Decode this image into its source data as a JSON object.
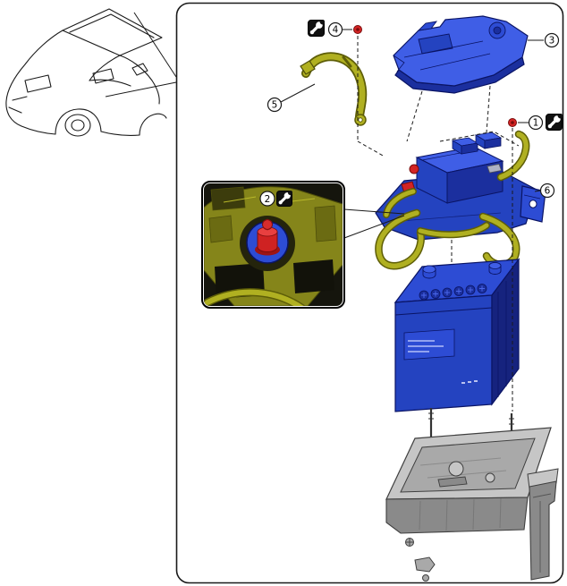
{
  "figure": {
    "kind": "exploded parts diagram",
    "subject": "vehicle battery, battery cover, cable harness and battery tray"
  },
  "callouts": [
    {
      "label": "1",
      "wrench_icon": true
    },
    {
      "label": "2",
      "wrench_icon": true
    },
    {
      "label": "3",
      "wrench_icon": false
    },
    {
      "label": "4",
      "wrench_icon": true
    },
    {
      "label": "5",
      "wrench_icon": false
    },
    {
      "label": "6",
      "wrench_icon": false
    }
  ],
  "icons": [
    "wrench-icon"
  ],
  "colors": {
    "line": "#1a1a1a",
    "part_blue": "#2d4cd4",
    "part_blue_light": "#3f5ee6",
    "part_blue_mid": "#2443c0",
    "part_blue_dark": "#1b2f9e",
    "part_blue_deep": "#16237e",
    "part_blue_stroke": "#0a1464",
    "harness_yellow": "#b0b021",
    "harness_yellow_dark": "#5e5e08",
    "fastener_red": "#d32424",
    "fastener_red_dark": "#7a0d0d",
    "tray_gray": "#c6c6c6",
    "tray_gray_mid": "#a9a9a9",
    "tray_gray_dark": "#8a8a8a",
    "tray_stroke": "#3f3f3f",
    "inset_bg": "#15150d",
    "inset_olive": "#85851a",
    "inset_olive_dark": "#4e4e0a",
    "icon_bg": "#111111"
  }
}
